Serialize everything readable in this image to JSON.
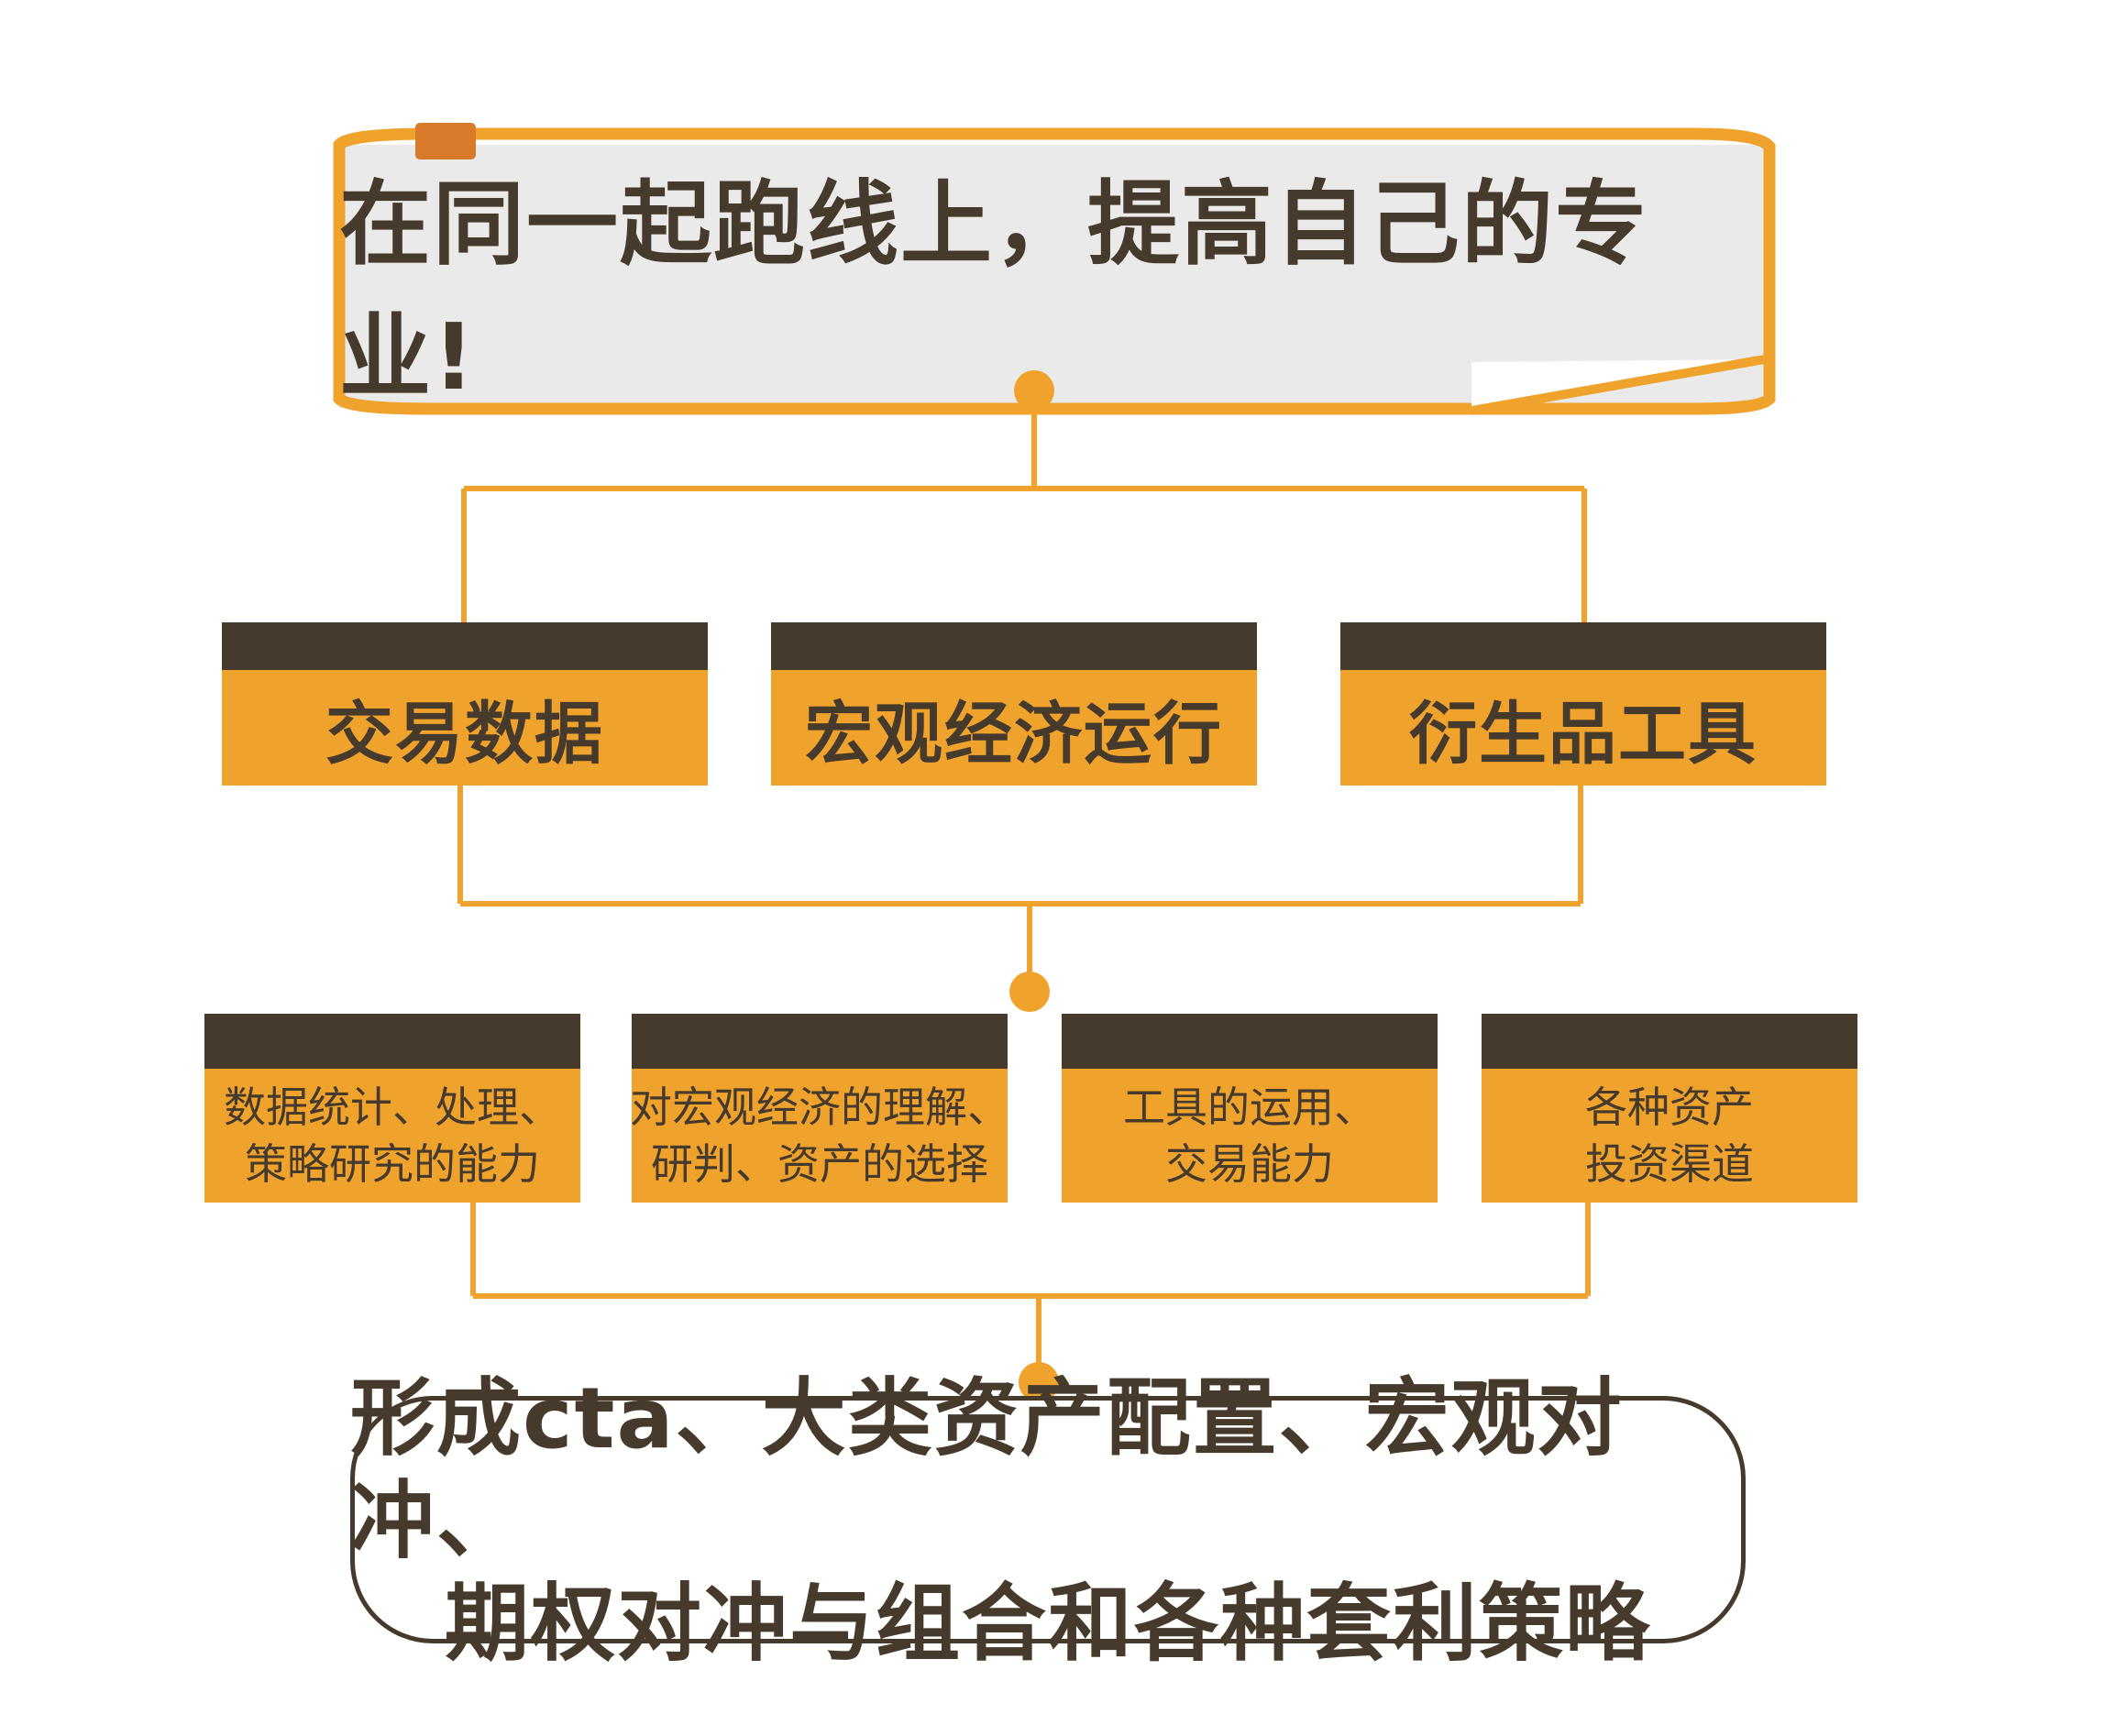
{
  "banner": {
    "title": "在同一起跑线上，提高自己的专业!"
  },
  "categories": [
    {
      "label": "交易数据"
    },
    {
      "label": "宏观经济运行"
    },
    {
      "label": "衍生品工具"
    }
  ],
  "capabilities": [
    {
      "line1": "数据统计、处理、",
      "line2": "策略研究的能力"
    },
    {
      "line1": "对宏观经济的理解、",
      "line2": "研判、资产的选择"
    },
    {
      "line1": "工具的运用、",
      "line2": "交易能力"
    },
    {
      "line1": "各种资产",
      "line2": "投资渠道"
    }
  ],
  "outcome": {
    "line1": "形成cta、大类资产配置、宏观对冲、",
    "line2": "期权对冲与组合和各种套利策略"
  },
  "colors": {
    "accent": "#f0a32c",
    "dark": "#463a2c",
    "tab": "#d97a2a",
    "banner_fill": "#eaeaea"
  }
}
